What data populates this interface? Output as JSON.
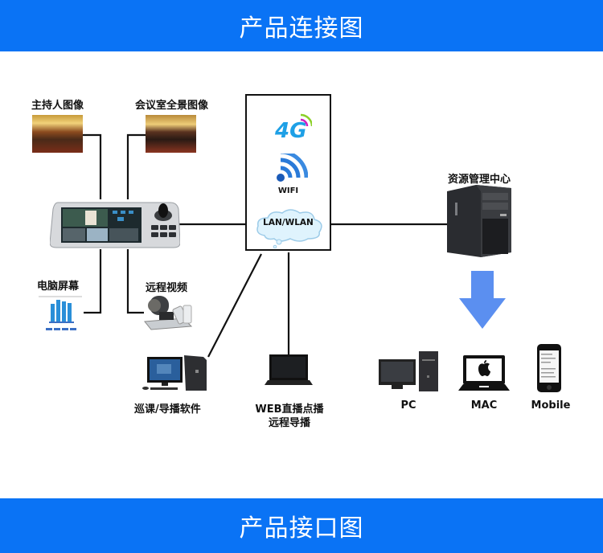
{
  "header": {
    "title": "产品连接图"
  },
  "footer": {
    "title": "产品接口图"
  },
  "nodes": {
    "host_image": {
      "label": "主持人图像",
      "icon": "conference-photo-icon"
    },
    "room_image": {
      "label": "会议室全景图像",
      "icon": "conference-room-photo-icon"
    },
    "controller": {
      "label": "",
      "icon": "control-keyboard-icon"
    },
    "pc_screen": {
      "label": "电脑屏幕",
      "icon": "bar-chart-screen-icon"
    },
    "remote_video": {
      "label": "远程视频",
      "icon": "video-conference-camera-icon"
    },
    "patrol_software": {
      "label": "巡课/导播软件",
      "icon": "desktop-computer-icon"
    },
    "web_broadcast": {
      "label_line1": "WEB直播点播",
      "label_line2": "远程导播",
      "icon": "laptop-icon"
    },
    "resource_center": {
      "label": "资源管理中心",
      "icon": "server-tower-icon"
    }
  },
  "network": {
    "items": [
      {
        "label": "4G",
        "icon": "4g-signal-icon"
      },
      {
        "label": "WIFI",
        "icon": "wifi-icon"
      },
      {
        "label": "LAN/WLAN",
        "icon": "cloud-icon"
      }
    ]
  },
  "clients": [
    {
      "label": "PC",
      "icon": "pc-icon"
    },
    {
      "label": "MAC",
      "icon": "mac-laptop-icon"
    },
    {
      "label": "Mobile",
      "icon": "mobile-phone-icon"
    }
  ],
  "colors": {
    "banner": "#0a73f5",
    "arrow": "#5b8ff0",
    "wire": "#111111"
  }
}
